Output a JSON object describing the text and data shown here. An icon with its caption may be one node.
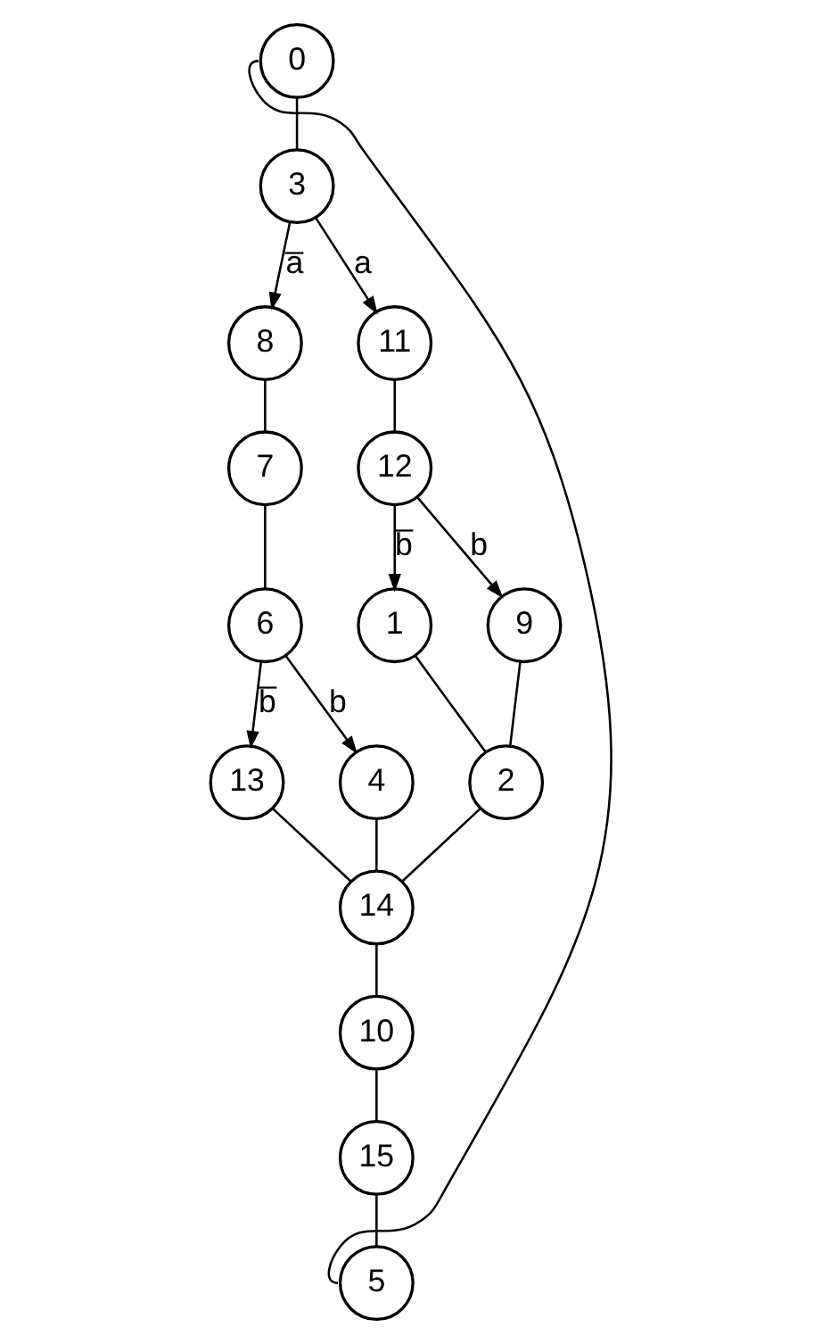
{
  "diagram": {
    "nodes": [
      {
        "text": [
          "0"
        ]
      },
      {
        "text": [
          "3"
        ]
      },
      {
        "text": [
          "8"
        ]
      },
      {
        "text": [
          "11"
        ]
      },
      {
        "text": [
          "7"
        ]
      },
      {
        "text": [
          "12"
        ]
      },
      {
        "text": [
          "6"
        ]
      },
      {
        "text": [
          "9"
        ]
      },
      {
        "text": [
          "1"
        ]
      },
      {
        "text": [
          "13"
        ]
      },
      {
        "text": [
          "4"
        ]
      },
      {
        "text": [
          "2"
        ]
      },
      {
        "text": [
          "14"
        ]
      },
      {
        "text": [
          "10"
        ]
      },
      {
        "text": [
          "15"
        ]
      },
      {
        "text": [
          "5"
        ]
      }
    ],
    "edges": [
      {
        "from": 0,
        "to": 1,
        "arrow": "none"
      },
      {
        "from": 1,
        "to": 2,
        "arrow": "to",
        "label": "a̅"
      },
      {
        "from": 1,
        "to": 3,
        "arrow": "to",
        "label": "a"
      },
      {
        "from": 2,
        "to": 4,
        "arrow": "none"
      },
      {
        "from": 3,
        "to": 5,
        "arrow": "none"
      },
      {
        "from": 4,
        "to": 6,
        "arrow": "none"
      },
      {
        "from": 6,
        "to": 9,
        "arrow": "to",
        "label": "b̅"
      },
      {
        "from": 6,
        "to": 10,
        "arrow": "to",
        "label": "b"
      },
      {
        "from": 5,
        "to": 8,
        "arrow": "to",
        "label": "b̅"
      },
      {
        "from": 5,
        "to": 7,
        "arrow": "to",
        "label": "b"
      },
      {
        "from": 8,
        "to": 11,
        "arrow": "none"
      },
      {
        "from": 7,
        "to": 11,
        "arrow": "none"
      },
      {
        "from": 9,
        "to": 12,
        "arrow": "none"
      },
      {
        "from": 10,
        "to": 12,
        "arrow": "none"
      },
      {
        "from": 11,
        "to": 12,
        "arrow": "none"
      },
      {
        "from": 12,
        "to": 13,
        "arrow": "none"
      },
      {
        "from": 13,
        "to": 14,
        "arrow": "none"
      },
      {
        "from": 14,
        "to": 15,
        "arrow": "none"
      },
      {
        "from": 15,
        "to": 0,
        "arrow": "none"
      }
    ]
  }
}
